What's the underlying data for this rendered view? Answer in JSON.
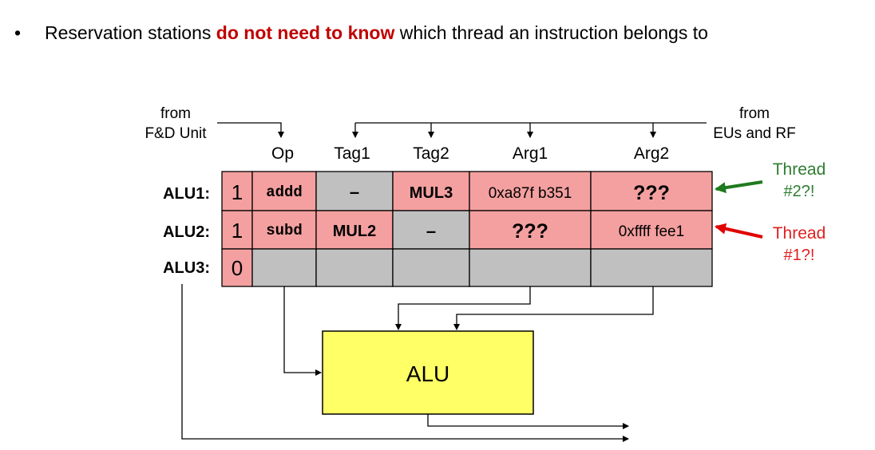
{
  "bullet": {
    "marker": "•",
    "text_before": "Reservation stations ",
    "emphasis": "do not need to know",
    "text_after": " which thread an instruction belongs to"
  },
  "sources": {
    "left": [
      "from",
      "F&D Unit"
    ],
    "right": [
      "from",
      "EUs and RF"
    ]
  },
  "columns": [
    "Op",
    "Tag1",
    "Tag2",
    "Arg1",
    "Arg2"
  ],
  "rows": [
    {
      "label": "ALU1:",
      "busy": "1",
      "op": "addd",
      "tag1": "–",
      "tag2": "MUL3",
      "arg1": "0xa87f b351",
      "arg2": "???",
      "state": "active"
    },
    {
      "label": "ALU2:",
      "busy": "1",
      "op": "subd",
      "tag1": "MUL2",
      "tag2": "–",
      "arg1": "???",
      "arg2": "0xffff fee1",
      "state": "active"
    },
    {
      "label": "ALU3:",
      "busy": "0",
      "op": "",
      "tag1": "",
      "tag2": "",
      "arg1": "",
      "arg2": "",
      "state": "empty"
    }
  ],
  "unit_label": "ALU",
  "annotations": [
    {
      "lines": [
        "Thread",
        "#2?!"
      ],
      "color": "#2e7d32"
    },
    {
      "lines": [
        "Thread",
        "#1?!"
      ],
      "color": "#e02020"
    }
  ],
  "colors": {
    "active_cell": "#f4a0a0",
    "empty_cell": "#c0c0c0",
    "alu_fill": "#ffff66",
    "emphasis": "#c00000"
  }
}
